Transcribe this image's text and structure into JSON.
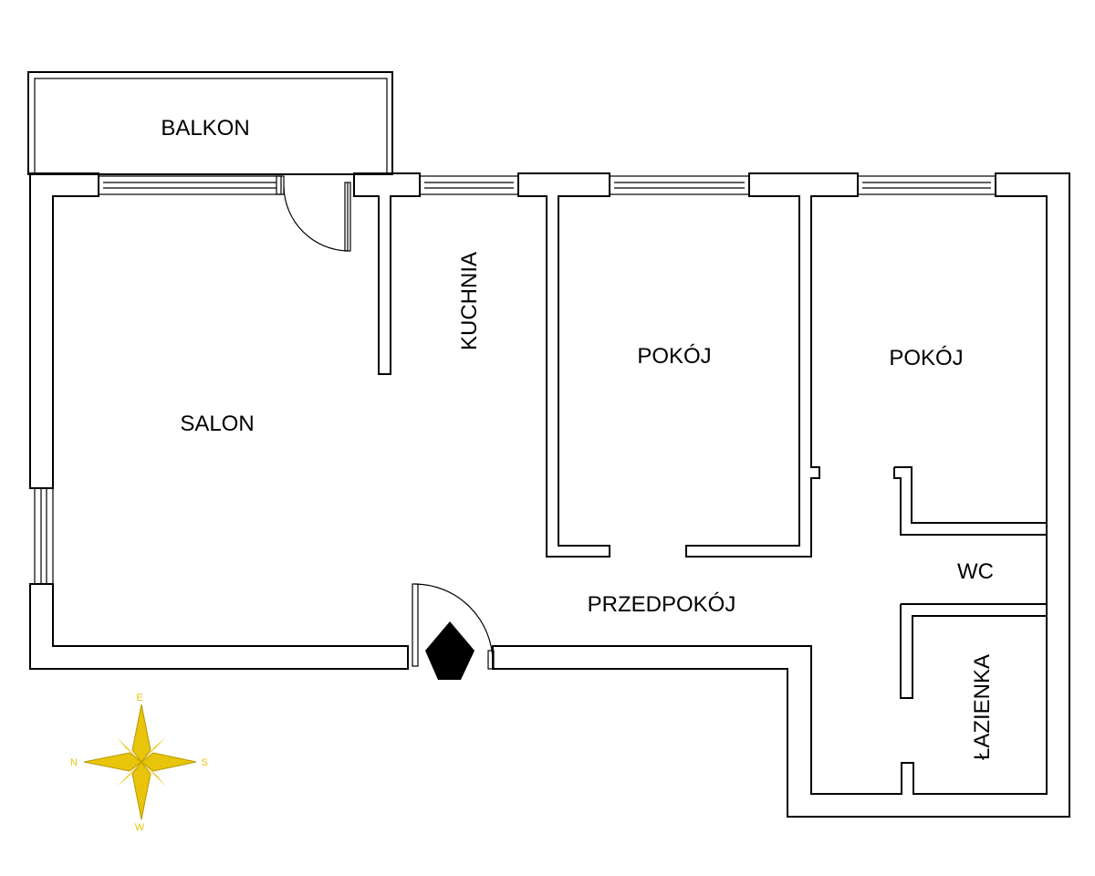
{
  "rooms": {
    "balkon": "BALKON",
    "salon": "SALON",
    "kuchnia": "KUCHNIA",
    "pokoj_1": "POKÓJ",
    "pokoj_2": "POKÓJ",
    "wc": "WC",
    "przedpokoj": "PRZEDPOKÓJ",
    "lazienka": "ŁAZIENKA"
  },
  "compass": {
    "north": "N",
    "south": "S",
    "east": "E",
    "west": "W",
    "color": "#e8c40a"
  },
  "entrance_marker": "entrance-diamond-icon"
}
